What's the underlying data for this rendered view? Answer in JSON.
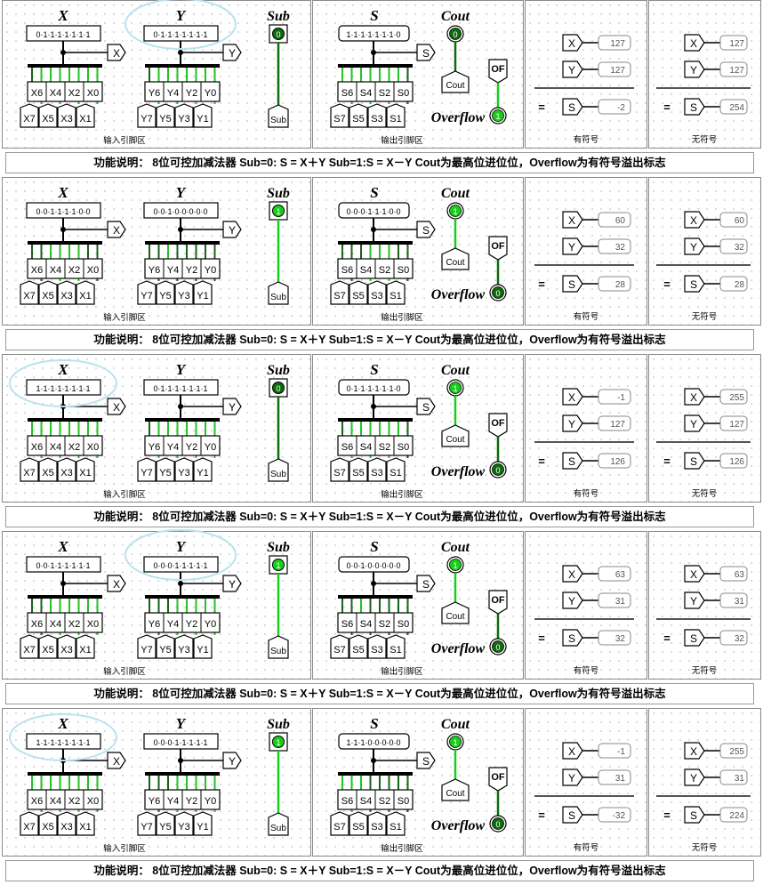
{
  "labels": {
    "x": "X",
    "y": "Y",
    "sub": "Sub",
    "s": "S",
    "cout": "Cout",
    "of": "OF",
    "overflow": "Overflow",
    "cout_box": "Cout",
    "sub_box": "Sub",
    "x_pin": "X",
    "y_pin": "Y",
    "s_pin": "S",
    "x_even": [
      "X6",
      "X4",
      "X2",
      "X0"
    ],
    "x_odd": [
      "X7",
      "X5",
      "X3",
      "X1"
    ],
    "y_even": [
      "Y6",
      "Y4",
      "Y2",
      "Y0"
    ],
    "y_odd": [
      "Y7",
      "Y5",
      "Y3",
      "Y1"
    ],
    "s_even": [
      "S6",
      "S4",
      "S2",
      "S0"
    ],
    "s_odd": [
      "S7",
      "S5",
      "S3",
      "S1"
    ],
    "input_area": "输入引脚区",
    "output_area": "输出引脚区",
    "signed": "有符号",
    "unsigned": "无符号",
    "equals": "="
  },
  "colors": {
    "on": "#18cf18",
    "off": "#0b6d0b",
    "wire_on": "#22c322",
    "wire_off": "#176317"
  },
  "caption": "功能说明：  8位可控加减法器   Sub=0: S = X＋Y  Sub=1:S = X－Y   Cout为最高位进位位，Overflow为有符号溢出标志",
  "rows": [
    {
      "x_bits": "0·1·1·1·1·1·1·1",
      "y_bits": "0·1·1·1·1·1·1·1",
      "s_bits": "1·1·1·1·1·1·1·0",
      "sub": "0",
      "cout": "0",
      "overflow": "1",
      "signed": {
        "x": "127",
        "y": "127",
        "s": "-2"
      },
      "unsigned": {
        "x": "127",
        "y": "127",
        "s": "254"
      },
      "highlight": "y"
    },
    {
      "x_bits": "0·0·1·1·1·1·0·0",
      "y_bits": "0·0·1·0·0·0·0·0",
      "s_bits": "0·0·0·1·1·1·0·0",
      "sub": "1",
      "cout": "1",
      "overflow": "0",
      "signed": {
        "x": "60",
        "y": "32",
        "s": "28"
      },
      "unsigned": {
        "x": "60",
        "y": "32",
        "s": "28"
      },
      "highlight": ""
    },
    {
      "x_bits": "1·1·1·1·1·1·1·1",
      "y_bits": "0·1·1·1·1·1·1·1",
      "s_bits": "0·1·1·1·1·1·1·0",
      "sub": "0",
      "cout": "1",
      "overflow": "0",
      "signed": {
        "x": "-1",
        "y": "127",
        "s": "126"
      },
      "unsigned": {
        "x": "255",
        "y": "127",
        "s": "126"
      },
      "highlight": "x"
    },
    {
      "x_bits": "0·0·1·1·1·1·1·1",
      "y_bits": "0·0·0·1·1·1·1·1",
      "s_bits": "0·0·1·0·0·0·0·0",
      "sub": "1",
      "cout": "1",
      "overflow": "0",
      "signed": {
        "x": "63",
        "y": "31",
        "s": "32"
      },
      "unsigned": {
        "x": "63",
        "y": "31",
        "s": "32"
      },
      "highlight": "y"
    },
    {
      "x_bits": "1·1·1·1·1·1·1·1",
      "y_bits": "0·0·0·1·1·1·1·1",
      "s_bits": "1·1·1·0·0·0·0·0",
      "sub": "1",
      "cout": "1",
      "overflow": "0",
      "signed": {
        "x": "-1",
        "y": "31",
        "s": "-32"
      },
      "unsigned": {
        "x": "255",
        "y": "31",
        "s": "224"
      },
      "highlight": "x"
    }
  ]
}
